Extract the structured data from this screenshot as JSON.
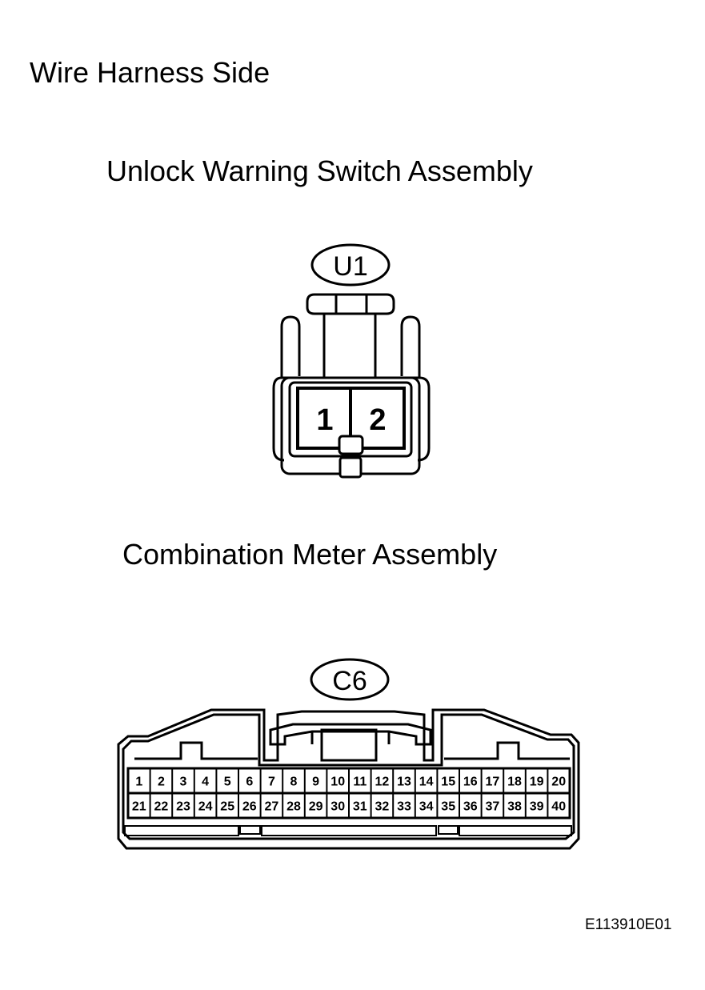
{
  "title": "Wire Harness Side",
  "unlock_switch": {
    "label": "Unlock Warning Switch Assembly",
    "connector_code": "U1",
    "pins": [
      "1",
      "2"
    ]
  },
  "combination_meter": {
    "label": "Combination Meter Assembly",
    "connector_code": "C6",
    "pins_row1": [
      "1",
      "2",
      "3",
      "4",
      "5",
      "6",
      "7",
      "8",
      "9",
      "10",
      "11",
      "12",
      "13",
      "14",
      "15",
      "16",
      "17",
      "18",
      "19",
      "20"
    ],
    "pins_row2": [
      "21",
      "22",
      "23",
      "24",
      "25",
      "26",
      "27",
      "28",
      "29",
      "30",
      "31",
      "32",
      "33",
      "34",
      "35",
      "36",
      "37",
      "38",
      "39",
      "40"
    ]
  },
  "figure_id": "E113910E01"
}
